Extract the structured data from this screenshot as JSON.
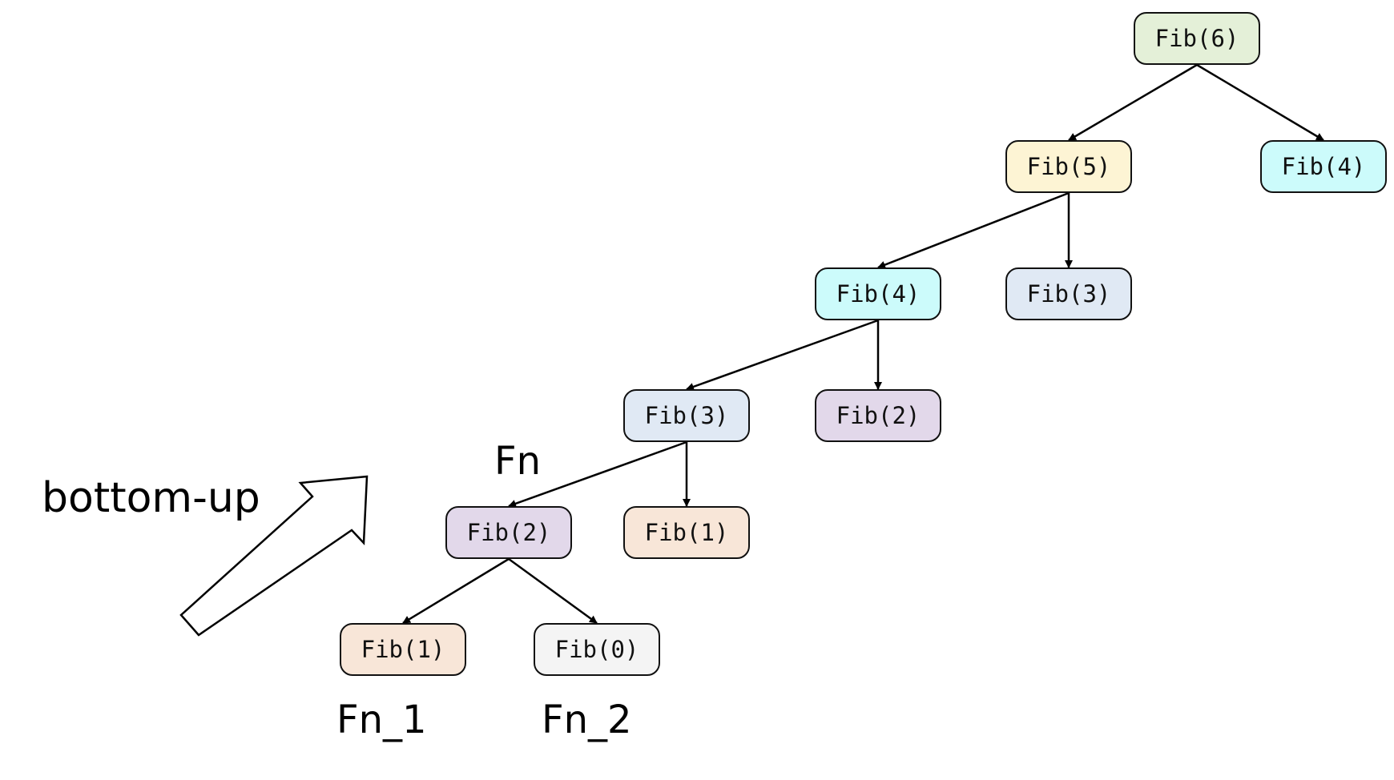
{
  "nodes": [
    {
      "id": "n6",
      "label": "Fib(6)",
      "color": "#e4f0d8"
    },
    {
      "id": "n5",
      "label": "Fib(5)",
      "color": "#fdf4d4"
    },
    {
      "id": "n4r",
      "label": "Fib(4)",
      "color": "#ccfbfb"
    },
    {
      "id": "n4",
      "label": "Fib(4)",
      "color": "#ccfbfb"
    },
    {
      "id": "n3r",
      "label": "Fib(3)",
      "color": "#e0e9f4"
    },
    {
      "id": "n3",
      "label": "Fib(3)",
      "color": "#e0e9f4"
    },
    {
      "id": "n2r",
      "label": "Fib(2)",
      "color": "#e2d8ea"
    },
    {
      "id": "n2",
      "label": "Fib(2)",
      "color": "#e2d8ea"
    },
    {
      "id": "n1r",
      "label": "Fib(1)",
      "color": "#f8e6d8"
    },
    {
      "id": "n1",
      "label": "Fib(1)",
      "color": "#f8e6d8"
    },
    {
      "id": "n0",
      "label": "Fib(0)",
      "color": "#f4f4f4"
    }
  ],
  "edges": [
    [
      "n6",
      "n5"
    ],
    [
      "n6",
      "n4r"
    ],
    [
      "n5",
      "n4"
    ],
    [
      "n5",
      "n3r"
    ],
    [
      "n4",
      "n3"
    ],
    [
      "n4",
      "n2r"
    ],
    [
      "n3",
      "n2"
    ],
    [
      "n3",
      "n1r"
    ],
    [
      "n2",
      "n1"
    ],
    [
      "n2",
      "n0"
    ]
  ],
  "labels": {
    "direction": "bottom-up",
    "fn": "Fn",
    "fn_1": "Fn_1",
    "fn_2": "Fn_2"
  }
}
